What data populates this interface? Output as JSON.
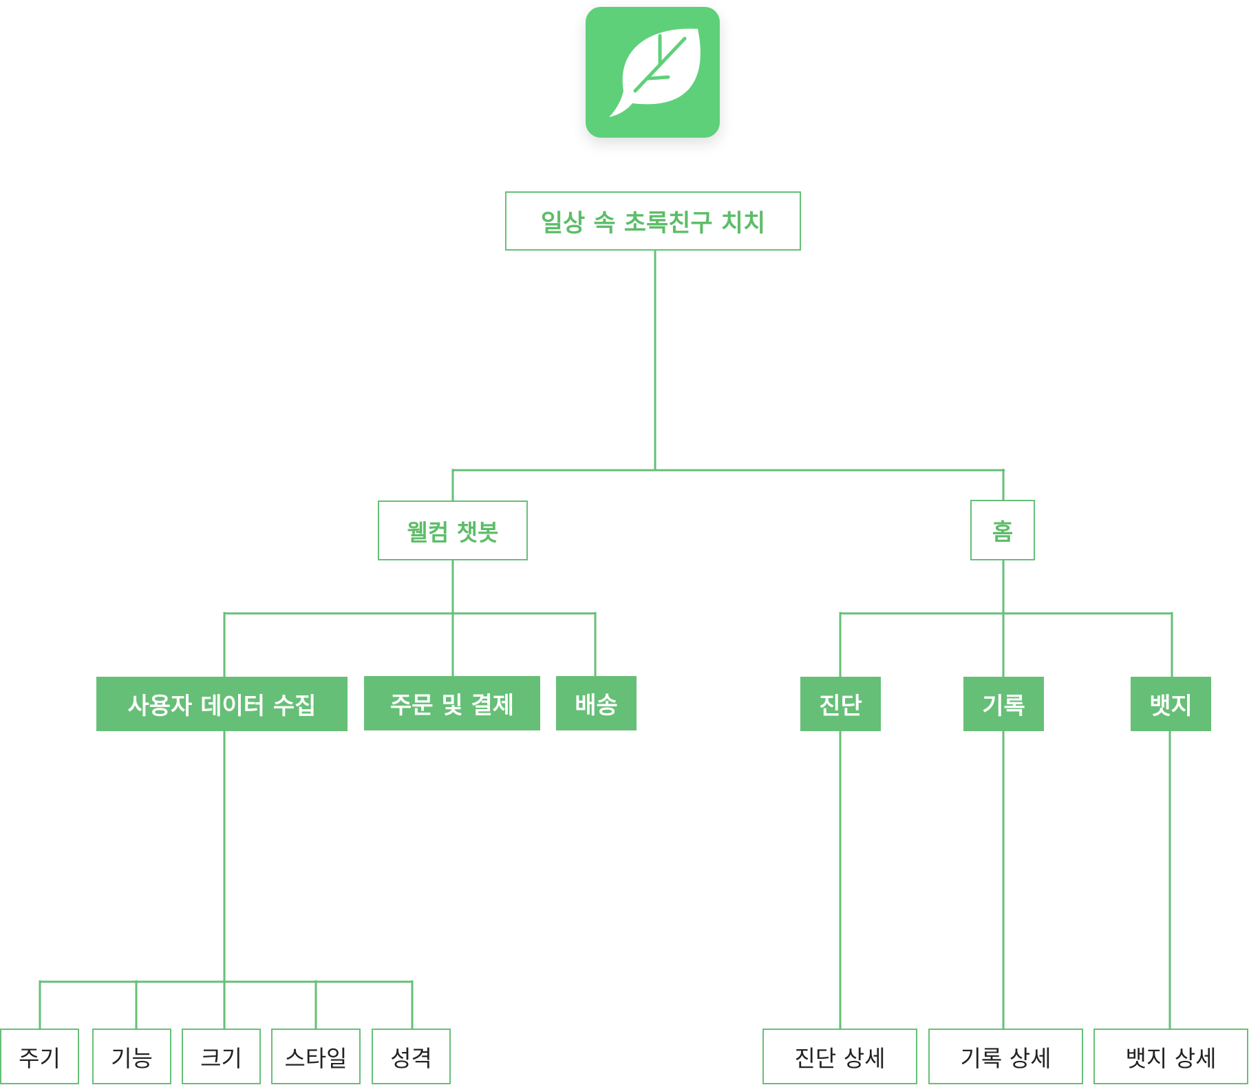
{
  "colors": {
    "accent": "#66bf77",
    "icon_background": "#5fd07a",
    "outline_text": "#5dbd68",
    "leaf_text": "#222222"
  },
  "icon": {
    "name": "leaf-icon"
  },
  "tree": {
    "root": "일상 속 초록친구 치치",
    "level1": [
      "웰컴 챗봇",
      "홈"
    ],
    "welcome": [
      "사용자 데이터 수집",
      "주문 및 결제",
      "배송"
    ],
    "home": [
      "진단",
      "기록",
      "뱃지"
    ],
    "data_collection": [
      "주기",
      "기능",
      "크기",
      "스타일",
      "성격"
    ],
    "details": [
      "진단 상세",
      "기록 상세",
      "뱃지 상세"
    ]
  }
}
